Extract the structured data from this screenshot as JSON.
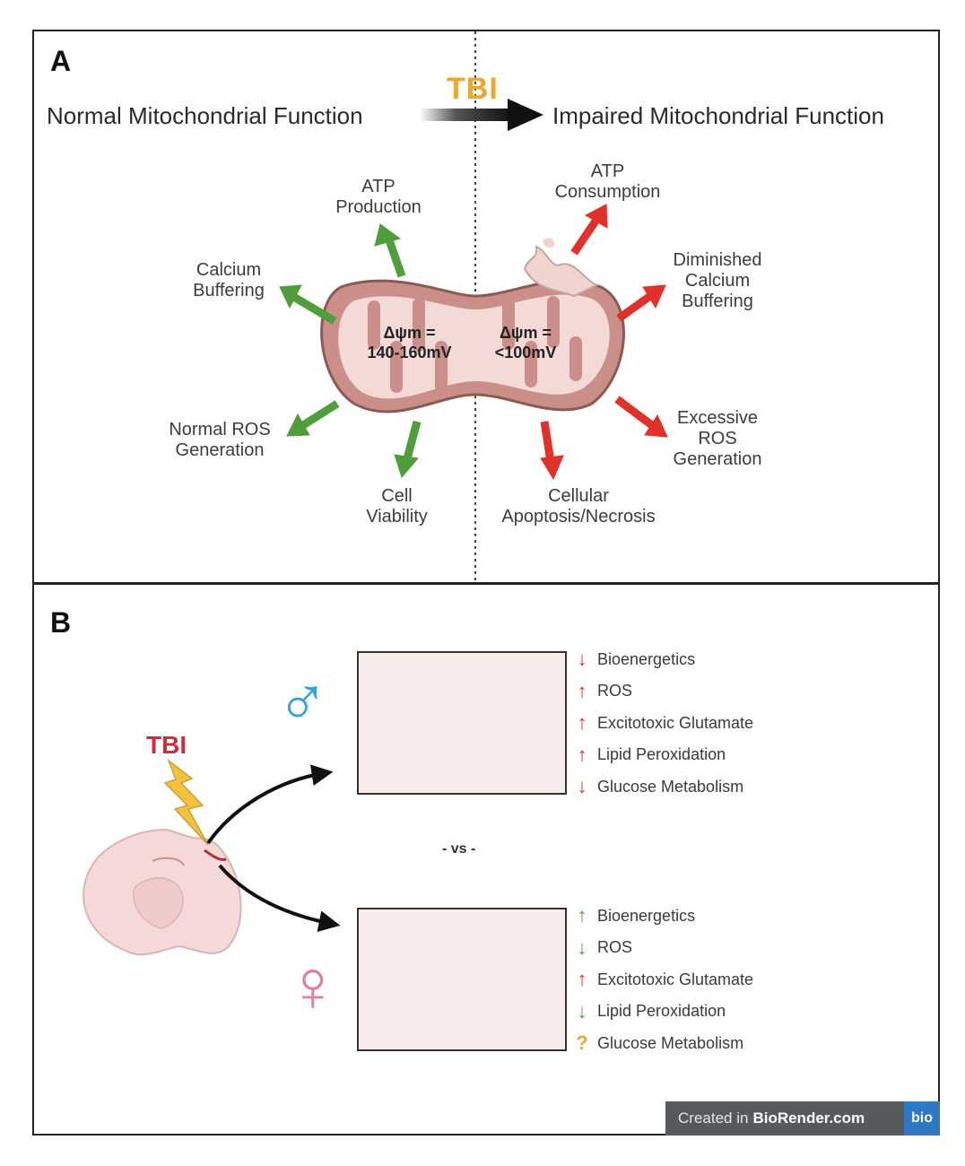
{
  "panel_a": {
    "label": "A",
    "tbi": "TBI",
    "left_title": "Normal Mitochondrial Function",
    "right_title": "Impaired Mitochondrial Function",
    "left_potential": "Δψm =\n140-160mV",
    "right_potential": "Δψm =\n<100mV",
    "normal_outcomes": {
      "atp": "ATP\nProduction",
      "calcium": "Calcium\nBuffering",
      "ros": "Normal ROS\nGeneration",
      "viability": "Cell\nViability"
    },
    "impaired_outcomes": {
      "atp": "ATP\nConsumption",
      "calcium": "Diminished\nCalcium\nBuffering",
      "ros": "Excessive\nROS\nGeneration",
      "death": "Cellular\nApoptosis/Necrosis"
    },
    "colors": {
      "normal_arrow": "#4f9e3a",
      "impaired_arrow": "#e0312a",
      "tbi": "#e8a832",
      "mito_fill": "#c98f88",
      "mito_inner": "#f4dad6"
    }
  },
  "panel_b": {
    "label": "B",
    "tbi": "TBI",
    "vs": "- vs -",
    "male_symbol": "♂",
    "female_symbol": "♀",
    "male_effects": [
      {
        "dir": "down",
        "text": "Bioenergetics"
      },
      {
        "dir": "up",
        "text": "ROS"
      },
      {
        "dir": "up",
        "text": "Excitotoxic Glutamate"
      },
      {
        "dir": "up",
        "text": "Lipid Peroxidation"
      },
      {
        "dir": "down",
        "text": "Glucose Metabolism"
      }
    ],
    "female_effects": [
      {
        "dir": "up",
        "text": "Bioenergetics"
      },
      {
        "dir": "down",
        "text": "ROS"
      },
      {
        "dir": "up",
        "text": "Excitotoxic Glutamate"
      },
      {
        "dir": "down",
        "text": "Lipid Peroxidation"
      },
      {
        "dir": "unknown",
        "text": "Glucose Metabolism"
      }
    ],
    "colors": {
      "male": "#3aa0d8",
      "female": "#e07fa0",
      "tbi": "#c8303b",
      "bolt": "#f3c23a"
    }
  },
  "footer": {
    "created_in": "Created in",
    "brand": "BioRender.com",
    "logo": "bio"
  }
}
